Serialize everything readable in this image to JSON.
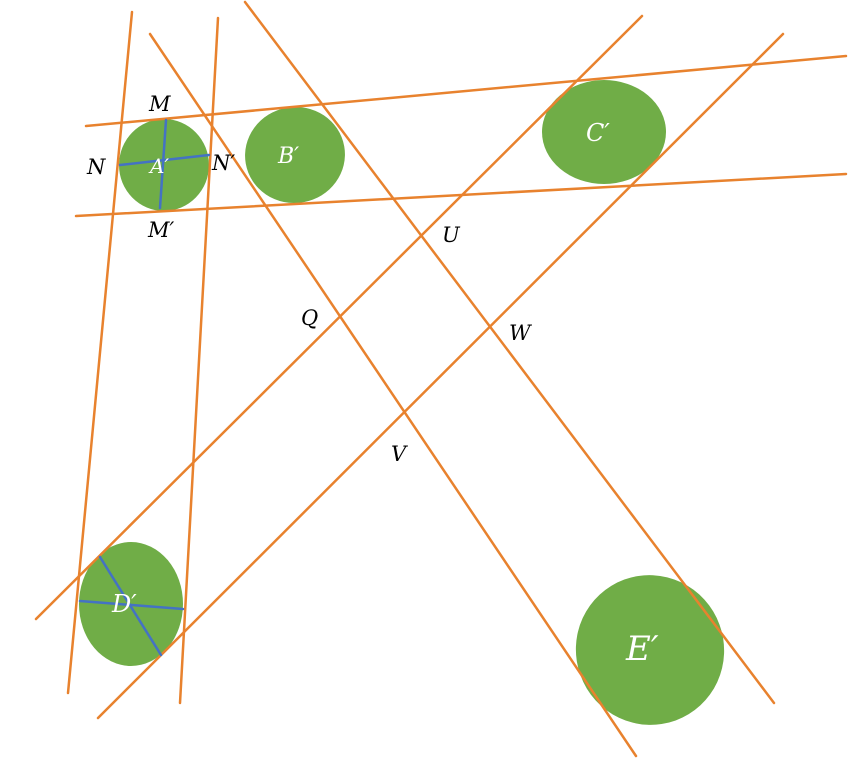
{
  "colors": {
    "line": "#E8822E",
    "axis": "#4472C4",
    "disk": "#70AD47",
    "disk_label": "#FFFFFF",
    "point_label": "#000000"
  },
  "disks": {
    "a": {
      "label": "A′"
    },
    "b": {
      "label": "B′"
    },
    "c": {
      "label": "C′"
    },
    "d": {
      "label": "D′"
    },
    "e": {
      "label": "E′"
    }
  },
  "points": {
    "m": "M",
    "m_prime": "M′",
    "n": "N",
    "n_prime": "N′",
    "q": "Q",
    "u": "U",
    "v": "V",
    "w": "W"
  }
}
